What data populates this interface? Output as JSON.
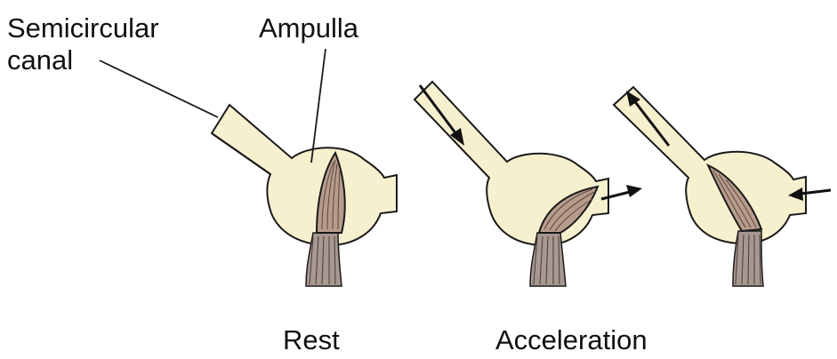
{
  "labels": {
    "semicircular": "Semicircular",
    "canal": "canal",
    "ampulla": "Ampulla",
    "rest": "Rest",
    "acceleration": "Acceleration"
  },
  "colors": {
    "ampulla_fill": "#f7f0cf",
    "outline": "#1a1a1a",
    "cupula_fill": "#b79c8c",
    "nerve_fill": "#a89892",
    "arrow": "#111111"
  }
}
